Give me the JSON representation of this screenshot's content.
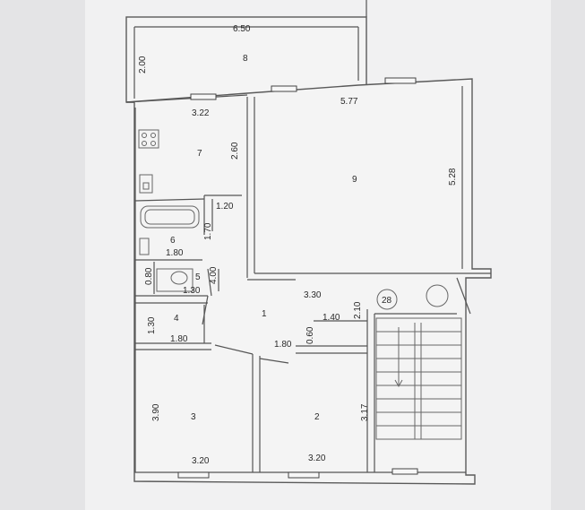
{
  "rooms": {
    "r1": "1",
    "r2": "2",
    "r3": "3",
    "r4": "4",
    "r5": "5",
    "r6": "6",
    "r7": "7",
    "r8": "8",
    "r9": "9",
    "r28": "28"
  },
  "dimensions": {
    "d_6_50": "6.50",
    "d_2_00": "2.00",
    "d_3_22": "3.22",
    "d_2_60": "2.60",
    "d_5_77": "5.77",
    "d_5_28": "5.28",
    "d_1_20": "1.20",
    "d_1_70": "1.70",
    "d_1_80_bath": "1.80",
    "d_0_80": "0.80",
    "d_1_30_wc": "1.30",
    "d_4_00": "4.00",
    "d_3_30": "3.30",
    "d_2_10": "2.10",
    "d_1_40": "1.40",
    "d_0_60": "0.60",
    "d_1_30_r4": "1.30",
    "d_1_80_r4": "1.80",
    "d_1_80_hall": "1.80",
    "d_3_90": "3.90",
    "d_3_17": "3.17",
    "d_3_20_r3": "3.20",
    "d_3_20_r2": "3.20"
  },
  "colors": {
    "paper": "#f4f4f4",
    "background": "#e4e4e6",
    "ink": "#2a2a2a"
  },
  "icons": [
    "stove-icon",
    "sink-icon",
    "bathtub-icon",
    "washbasin-icon",
    "toilet-icon",
    "stair-arrow-icon",
    "circle-marker-icon"
  ]
}
